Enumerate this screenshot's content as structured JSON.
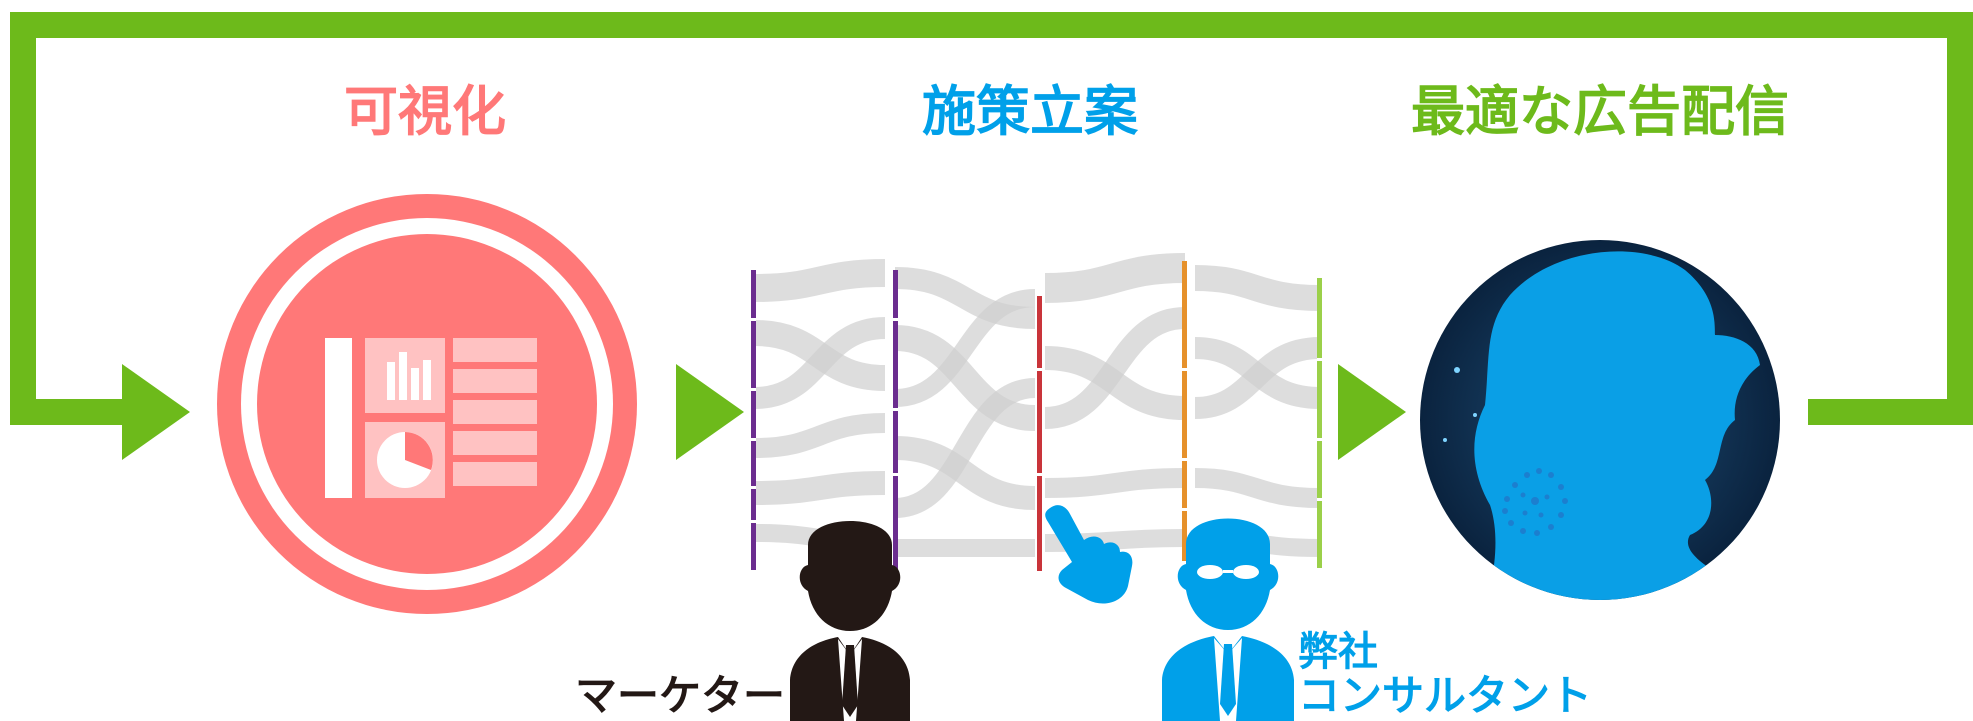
{
  "titles": {
    "visualize": "可視化",
    "planning": "施策立案",
    "delivery": "最適な広告配信"
  },
  "people": {
    "marketer": "マーケター",
    "consultant_line1": "弊社",
    "consultant_line2": "コンサルタント"
  },
  "icons": {
    "dashboard": "dashboard-icon",
    "sankey": "sankey-chart-image",
    "ai_head": "ai-head-icon",
    "marketer": "marketer-person-icon",
    "consultant": "consultant-person-icon",
    "pointing_hand": "pointing-hand-icon"
  },
  "colors": {
    "frame_green": "#6dba1b",
    "visualize_pink": "#ff7878",
    "planning_blue": "#00a0e9",
    "delivery_green": "#6dba1b",
    "marketer_black": "#231815",
    "consultant_blue": "#00a0e9"
  }
}
